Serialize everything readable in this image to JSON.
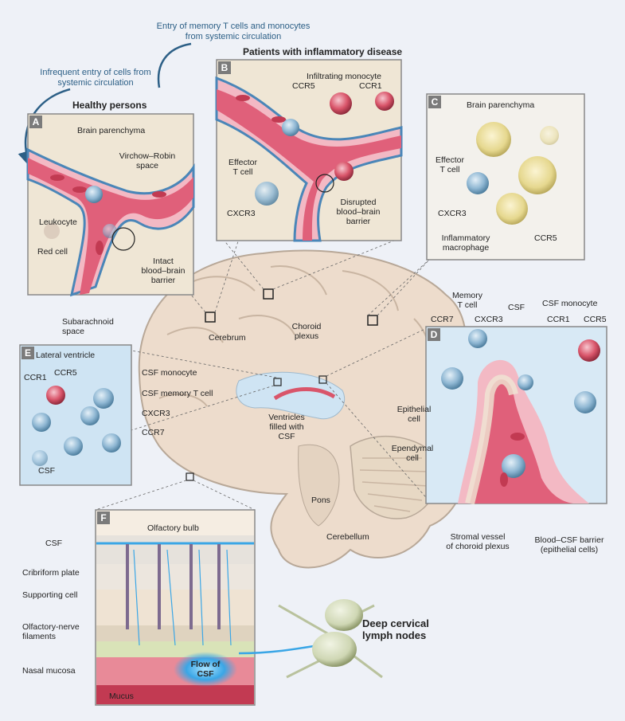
{
  "top_notes": {
    "entry_memory": "Entry of memory T cells and monocytes\nfrom systemic circulation",
    "infrequent": "Infrequent entry of cells from\nsystemic circulation"
  },
  "headings": {
    "healthy": "Healthy persons",
    "inflammatory": "Patients with inflammatory disease"
  },
  "panels": {
    "A": {
      "letter": "A",
      "brain_parenchyma": "Brain parenchyma",
      "virchow_robin": "Virchow–Robin\nspace",
      "leukocyte": "Leukocyte",
      "red_cell": "Red cell",
      "intact_bbb": "Intact\nblood–brain\nbarrier"
    },
    "B": {
      "letter": "B",
      "infiltrating_monocyte": "Infiltrating monocyte",
      "ccr5": "CCR5",
      "ccr1": "CCR1",
      "effector_t_cell": "Effector\nT cell",
      "cxcr3": "CXCR3",
      "disrupted_bbb": "Disrupted\nblood–brain\nbarrier"
    },
    "C": {
      "letter": "C",
      "brain_parenchyma": "Brain parenchyma",
      "effector_t_cell": "Effector\nT cell",
      "cxcr3": "CXCR3",
      "inflammatory_macrophage": "Inflammatory\nmacrophage",
      "ccr5": "CCR5"
    },
    "D": {
      "letter": "D",
      "memory_t_cell": "Memory\nT cell",
      "csf": "CSF",
      "csf_monocyte": "CSF monocyte",
      "ccr7": "CCR7",
      "cxcr3": "CXCR3",
      "ccr1": "CCR1",
      "ccr5": "CCR5",
      "epithelial_cell": "Epithelial\ncell",
      "ependymal_cell": "Ependymal\ncell",
      "stromal_vessel": "Stromal vessel\nof choroid plexus",
      "blood_csf_barrier": "Blood–CSF barrier\n(epithelial cells)"
    },
    "E": {
      "letter": "E",
      "lateral_ventricle": "Lateral ventricle",
      "ccr1": "CCR1",
      "ccr5": "CCR5",
      "csf_monocyte": "CSF monocyte",
      "csf_memory_t_cell": "CSF memory T cell",
      "cxcr3": "CXCR3",
      "ccr7": "CCR7",
      "csf": "CSF"
    },
    "F": {
      "letter": "F",
      "olfactory_bulb": "Olfactory bulb",
      "csf": "CSF",
      "cribriform_plate": "Cribriform plate",
      "supporting_cell": "Supporting cell",
      "olfactory_nerve": "Olfactory-nerve\nfilaments",
      "nasal_mucosa": "Nasal mucosa",
      "mucus": "Mucus",
      "flow_of_csf": "Flow of\nCSF"
    }
  },
  "brain": {
    "subarachnoid": "Subarachnoid\nspace",
    "cerebrum": "Cerebrum",
    "choroid_plexus": "Choroid\nplexus",
    "ventricles": "Ventricles\nfilled with\nCSF",
    "pons": "Pons",
    "cerebellum": "Cerebellum",
    "deep_cervical": "Deep cervical\nlymph nodes"
  },
  "colors": {
    "vessel": "#e0607a",
    "vessel_light": "#f3b9c4",
    "barrier": "#4a86b8",
    "tissue": "#efe6d5",
    "brain": "#eddccc",
    "csf_blue": "#cfe4f3",
    "t_cell": "#8fb7d3",
    "monocyte": "#d9556a",
    "macrophage": "#e6d88f",
    "node": "#cfd7b4"
  }
}
